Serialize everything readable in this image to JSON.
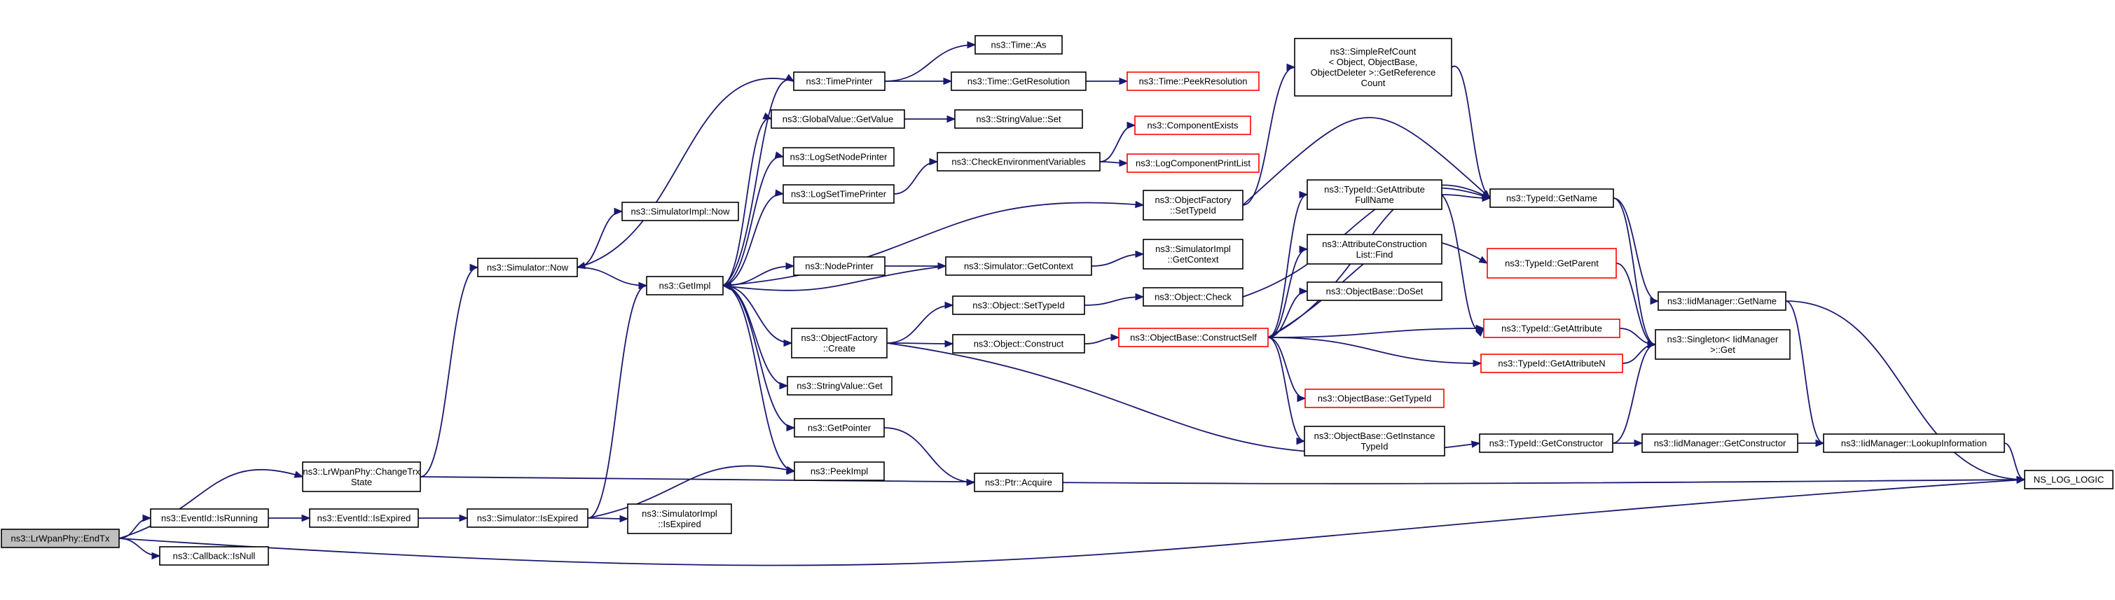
{
  "colors": {
    "edge": "#191970",
    "node_border": "#000000",
    "node_border_missing": "#ff0000",
    "node_fill": "#ffffff",
    "node_fill_root": "#bfbfbf"
  },
  "nodes": {
    "EndTx": {
      "lines": [
        "ns3::LrWpanPhy::EndTx"
      ],
      "style": "root"
    },
    "ChangeTrx": {
      "lines": [
        "ns3::LrWpanPhy::ChangeTrx",
        "State"
      ]
    },
    "IsRunning": {
      "lines": [
        "ns3::EventId::IsRunning"
      ]
    },
    "IsNull": {
      "lines": [
        "ns3::Callback::IsNull"
      ]
    },
    "SimNow": {
      "lines": [
        "ns3::Simulator::Now"
      ]
    },
    "EvIsExpired": {
      "lines": [
        "ns3::EventId::IsExpired"
      ]
    },
    "SimIsExpired": {
      "lines": [
        "ns3::Simulator::IsExpired"
      ]
    },
    "SimImplNow": {
      "lines": [
        "ns3::SimulatorImpl::Now"
      ]
    },
    "GetImpl": {
      "lines": [
        "ns3::GetImpl"
      ]
    },
    "SimImplIsExpired": {
      "lines": [
        "ns3::SimulatorImpl",
        "::IsExpired"
      ]
    },
    "TimePrinter": {
      "lines": [
        "ns3::TimePrinter"
      ]
    },
    "GVGetValue": {
      "lines": [
        "ns3::GlobalValue::GetValue"
      ]
    },
    "LogSetNodePrinter": {
      "lines": [
        "ns3::LogSetNodePrinter"
      ]
    },
    "LogSetTimePrinter": {
      "lines": [
        "ns3::LogSetTimePrinter"
      ]
    },
    "NodePrinter": {
      "lines": [
        "ns3::NodePrinter"
      ]
    },
    "OFCreate": {
      "lines": [
        "ns3::ObjectFactory",
        "::Create"
      ]
    },
    "SVGet": {
      "lines": [
        "ns3::StringValue::Get"
      ]
    },
    "GetPointer": {
      "lines": [
        "ns3::GetPointer"
      ]
    },
    "PeekImpl": {
      "lines": [
        "ns3::PeekImpl"
      ]
    },
    "TimeAs": {
      "lines": [
        "ns3::Time::As"
      ]
    },
    "TimeGetRes": {
      "lines": [
        "ns3::Time::GetResolution"
      ]
    },
    "SVSet": {
      "lines": [
        "ns3::StringValue::Set"
      ]
    },
    "CheckEnv": {
      "lines": [
        "ns3::CheckEnvironmentVariables"
      ]
    },
    "SimGetContext": {
      "lines": [
        "ns3::Simulator::GetContext"
      ]
    },
    "ObjSetTypeId": {
      "lines": [
        "ns3::Object::SetTypeId"
      ]
    },
    "ObjConstruct": {
      "lines": [
        "ns3::Object::Construct"
      ]
    },
    "PtrAcquire": {
      "lines": [
        "ns3::Ptr::Acquire"
      ]
    },
    "TimePeekRes": {
      "lines": [
        "ns3::Time::PeekResolution"
      ],
      "style": "missing"
    },
    "CompExists": {
      "lines": [
        "ns3::ComponentExists"
      ],
      "style": "missing"
    },
    "LogCompPrint": {
      "lines": [
        "ns3::LogComponentPrintList"
      ],
      "style": "missing"
    },
    "OFSetTypeId": {
      "lines": [
        "ns3::ObjectFactory",
        "::SetTypeId"
      ]
    },
    "SimImplGetContext": {
      "lines": [
        "ns3::SimulatorImpl",
        "::GetContext"
      ]
    },
    "ObjCheck": {
      "lines": [
        "ns3::Object::Check"
      ]
    },
    "ConstructSelf": {
      "lines": [
        "ns3::ObjectBase::ConstructSelf"
      ],
      "style": "missing"
    },
    "SimpleRefCount": {
      "lines": [
        "ns3::SimpleRefCount",
        "< Object, ObjectBase,",
        "ObjectDeleter >::GetReference",
        "Count"
      ]
    },
    "TIGetAttrFullName": {
      "lines": [
        "ns3::TypeId::GetAttribute",
        "FullName"
      ]
    },
    "AttrConstrFind": {
      "lines": [
        "ns3::AttributeConstruction",
        "List::Find"
      ]
    },
    "OBDoSet": {
      "lines": [
        "ns3::ObjectBase::DoSet"
      ]
    },
    "OBGetTypeId": {
      "lines": [
        "ns3::ObjectBase::GetTypeId"
      ],
      "style": "missing"
    },
    "OBGetInstTypeId": {
      "lines": [
        "ns3::ObjectBase::GetInstance",
        "TypeId"
      ]
    },
    "TIGetName": {
      "lines": [
        "ns3::TypeId::GetName"
      ]
    },
    "TIGetParent": {
      "lines": [
        "ns3::TypeId::GetParent"
      ],
      "style": "missing"
    },
    "TIGetAttribute": {
      "lines": [
        "ns3::TypeId::GetAttribute"
      ],
      "style": "missing"
    },
    "TIGetAttributeN": {
      "lines": [
        "ns3::TypeId::GetAttributeN"
      ],
      "style": "missing"
    },
    "TIGetConstructor": {
      "lines": [
        "ns3::TypeId::GetConstructor"
      ]
    },
    "IidGetName": {
      "lines": [
        "ns3::IidManager::GetName"
      ]
    },
    "SingletonGet": {
      "lines": [
        "ns3::Singleton< IidManager",
        ">::Get"
      ]
    },
    "IidGetConstructor": {
      "lines": [
        "ns3::IidManager::GetConstructor"
      ]
    },
    "IidLookup": {
      "lines": [
        "ns3::IidManager::LookupInformation"
      ]
    },
    "NSLogLogic": {
      "lines": [
        "NS_LOG_LOGIC"
      ]
    }
  }
}
